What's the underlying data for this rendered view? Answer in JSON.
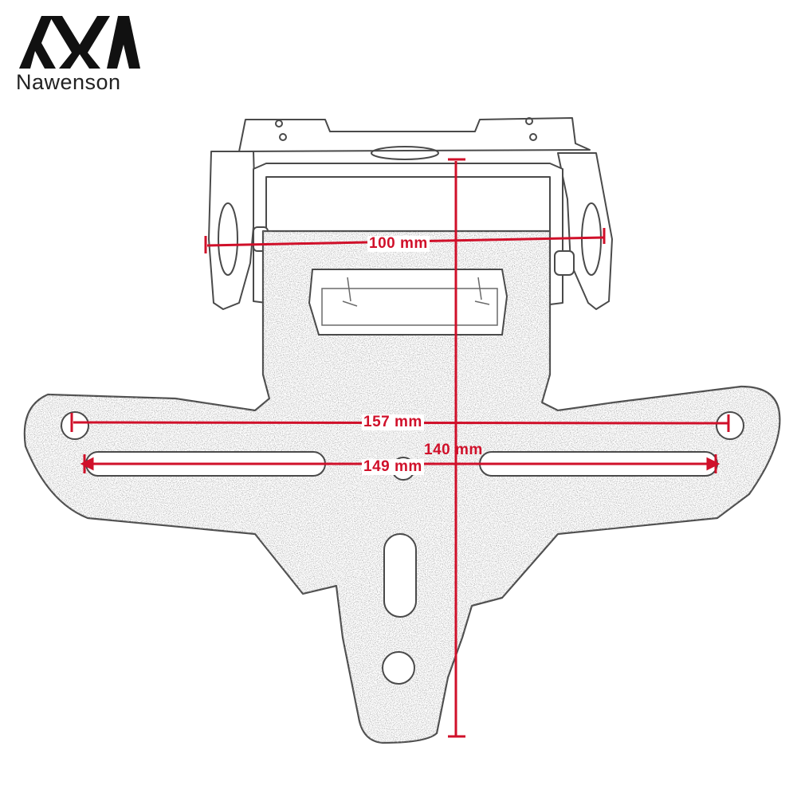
{
  "brand": {
    "logo_text": "AXA",
    "name": "Nawenson"
  },
  "dimensions": {
    "mount_width": "100 mm",
    "outer_hole_span": "157 mm",
    "total_height": "140 mm",
    "slot_span": "149 mm"
  },
  "colors": {
    "dimension": "#d0102a",
    "outline": "#4a4a4a",
    "logo": "#111111"
  }
}
